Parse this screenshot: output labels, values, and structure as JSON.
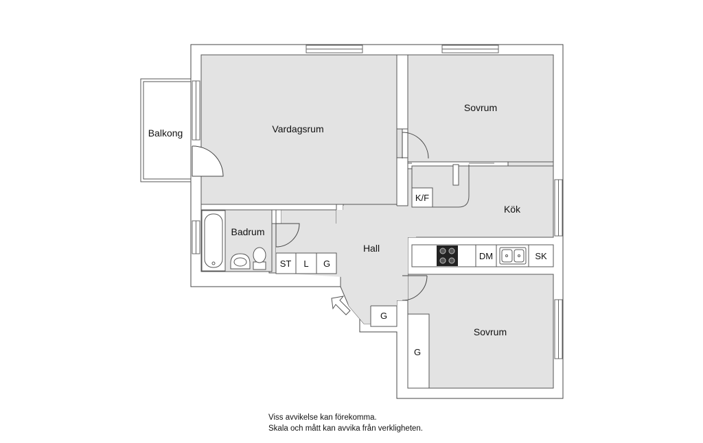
{
  "rooms": {
    "balkong": "Balkong",
    "vardagsrum": "Vardagsrum",
    "sovrum_top": "Sovrum",
    "badrum": "Badrum",
    "hall": "Hall",
    "kok": "Kök",
    "sovrum_bottom": "Sovrum"
  },
  "fixtures": {
    "kf": "K/F",
    "dm": "DM",
    "sk": "SK",
    "st": "ST",
    "l": "L",
    "g_bath": "G",
    "g_hall": "G",
    "g_bedroom": "G"
  },
  "disclaimer": {
    "line1": "Viss avvikelse kan förekomma.",
    "line2": "Skala och mått kan avvika från verkligheten."
  },
  "colors": {
    "floor": "#e3e3e3",
    "wall": "#ffffff",
    "line": "#333333"
  },
  "icons": {
    "entrance": "entrance-arrow-icon",
    "stove": "stove-icon",
    "sink": "sink-icon",
    "bathtub": "bathtub-icon",
    "washbasin": "washbasin-icon",
    "toilet": "toilet-icon"
  }
}
